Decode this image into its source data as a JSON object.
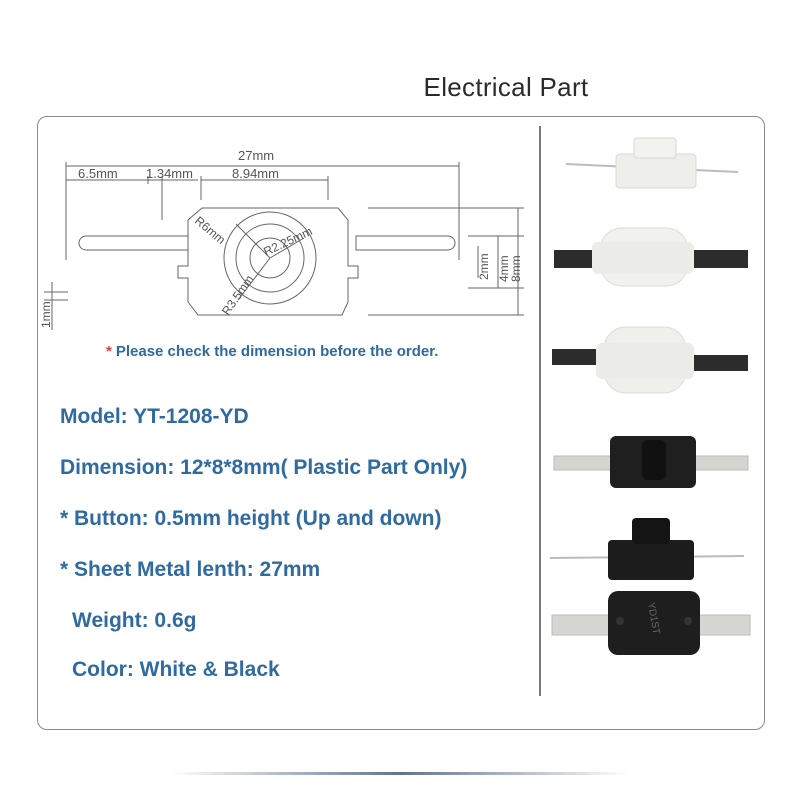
{
  "title": "Electrical Part",
  "drawing": {
    "dimensions": {
      "total_length": "27mm",
      "left_tab": "6.5mm",
      "gap": "1.34mm",
      "body_width": "8.94mm",
      "radius_outer": "R6mm",
      "radius_inner": "R2.25mm",
      "radius_mid": "R3.5mm",
      "tab_height": "2mm",
      "height_mid": "4mm",
      "height_full": "8mm",
      "thickness": "1mm"
    }
  },
  "note": {
    "star": "*",
    "text": "Please check the dimension before the order."
  },
  "specs": [
    "Model: YT-1208-YD",
    "Dimension: 12*8*8mm( Plastic Part Only)",
    "* Button: 0.5mm height (Up and down)",
    "* Sheet Metal lenth: 27mm",
    "Weight: 0.6g",
    "Color: White & Black"
  ],
  "photo_label": "YD1ST"
}
